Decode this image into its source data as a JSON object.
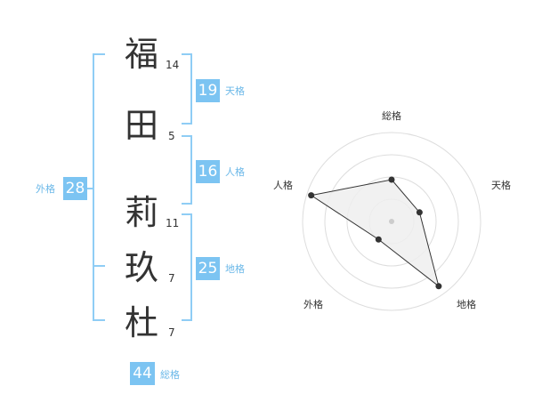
{
  "name": {
    "chars": [
      {
        "char": "福",
        "strokes": "14"
      },
      {
        "char": "田",
        "strokes": "5"
      },
      {
        "char": "莉",
        "strokes": "11"
      },
      {
        "char": "玖",
        "strokes": "7"
      },
      {
        "char": "杜",
        "strokes": "7"
      }
    ]
  },
  "kakusu": {
    "tenkaku": {
      "value": "19",
      "label": "天格"
    },
    "jinkaku": {
      "value": "16",
      "label": "人格"
    },
    "chikaku": {
      "value": "25",
      "label": "地格"
    },
    "gaikaku": {
      "value": "28",
      "label": "外格"
    },
    "soukaku": {
      "value": "44",
      "label": "総格"
    }
  },
  "radar": {
    "axes": [
      "総格",
      "天格",
      "地格",
      "外格",
      "人格"
    ],
    "values": [
      0.47,
      0.33,
      0.9,
      0.25,
      0.95
    ],
    "max": 1,
    "rings": 4,
    "colors": {
      "fill": "#eeeeee",
      "stroke": "#333333",
      "grid": "#dddddd",
      "center": "#cccccc"
    }
  }
}
